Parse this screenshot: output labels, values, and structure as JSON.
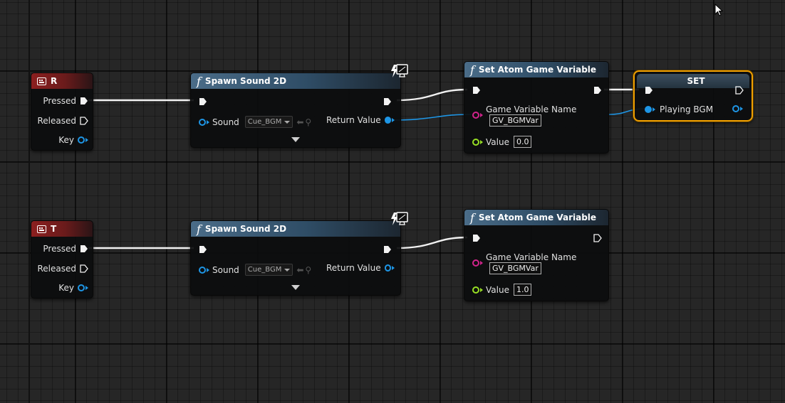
{
  "events": [
    {
      "key_name": "R",
      "pins": {
        "pressed": "Pressed",
        "released": "Released",
        "key": "Key"
      }
    },
    {
      "key_name": "T",
      "pins": {
        "pressed": "Pressed",
        "released": "Released",
        "key": "Key"
      }
    }
  ],
  "spawn_nodes": [
    {
      "title": "Spawn Sound 2D",
      "sound_label": "Sound",
      "sound_value": "Cue_BGM",
      "return_label": "Return Value"
    },
    {
      "title": "Spawn Sound 2D",
      "sound_label": "Sound",
      "sound_value": "Cue_BGM",
      "return_label": "Return Value"
    }
  ],
  "atom_nodes": [
    {
      "title": "Set Atom Game Variable",
      "var_name_label": "Game Variable Name",
      "var_name_value": "GV_BGMVar",
      "value_label": "Value",
      "value": "0.0"
    },
    {
      "title": "Set Atom Game Variable",
      "var_name_label": "Game Variable Name",
      "var_name_value": "GV_BGMVar",
      "value_label": "Value",
      "value": "1.0"
    }
  ],
  "set_node": {
    "title": "SET",
    "var_label": "Playing BGM"
  },
  "colors": {
    "exec_wire": "#f2f2f2",
    "object_wire": "#1e96e6",
    "event_header": "#8c1f1f",
    "function_header": "#3f6180",
    "selection": "#f0a000",
    "string_pin": "#d2238c",
    "float_pin": "#98e024"
  },
  "icons": {
    "event": "keyboard-key-icon",
    "function": "function-icon",
    "latent": "latent-clock-icon",
    "exec_pin": "exec-pin-icon",
    "cursor": "mouse-cursor-icon"
  }
}
